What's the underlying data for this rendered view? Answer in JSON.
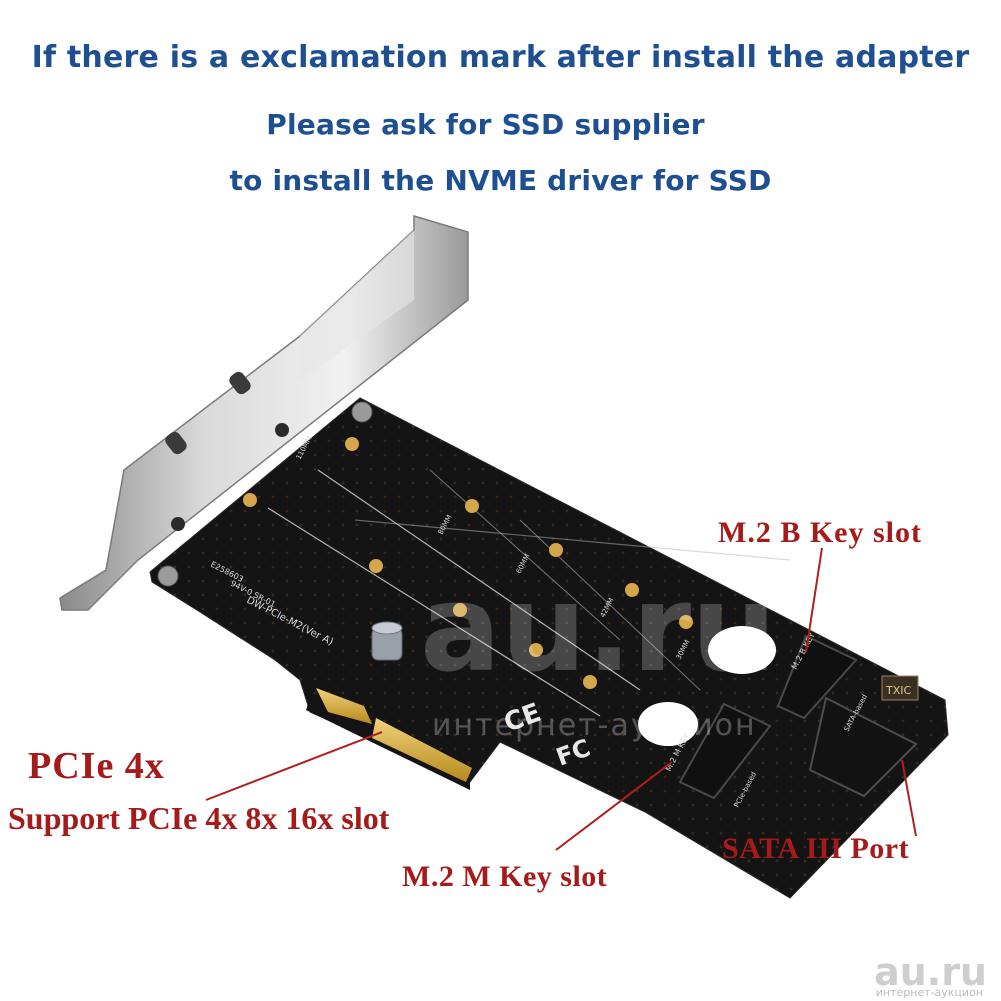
{
  "headline": {
    "line1": "If there is a exclamation mark after install the adapter",
    "line2": "Please ask for SSD supplier",
    "line3": "to install the NVME driver for SSD"
  },
  "callouts": {
    "pcie": "PCIe 4x",
    "support": "Support PCIe 4x 8x 16x slot",
    "m_key": "M.2 M Key slot",
    "b_key": "M.2 B Key slot",
    "sata": "SATA III Port"
  },
  "board_text": {
    "model": "DW-PCIe-M2(Ver A)",
    "cert": "E258603",
    "fw": "94V-0 SR-01",
    "len_110": "110MM",
    "len_80": "80MM",
    "len_60": "60MM",
    "len_42": "42MM",
    "len_30": "30MM",
    "b_key_silk": "M.2 B KEY",
    "m_key_silk": "M.2 M KEY",
    "sata_silk": "SATA-based",
    "pcie_silk": "PCIe-based",
    "chip": "TXIC",
    "ce": "CE",
    "fc": "FC"
  },
  "watermark": {
    "brand": "au.ru",
    "sub": "интернет-аукцион"
  },
  "colors": {
    "headline": "#1d4f91",
    "callout": "#a51b1b",
    "pcb": "#141414",
    "gold": "#d8b24a",
    "bracket": "#bfbfbf"
  }
}
